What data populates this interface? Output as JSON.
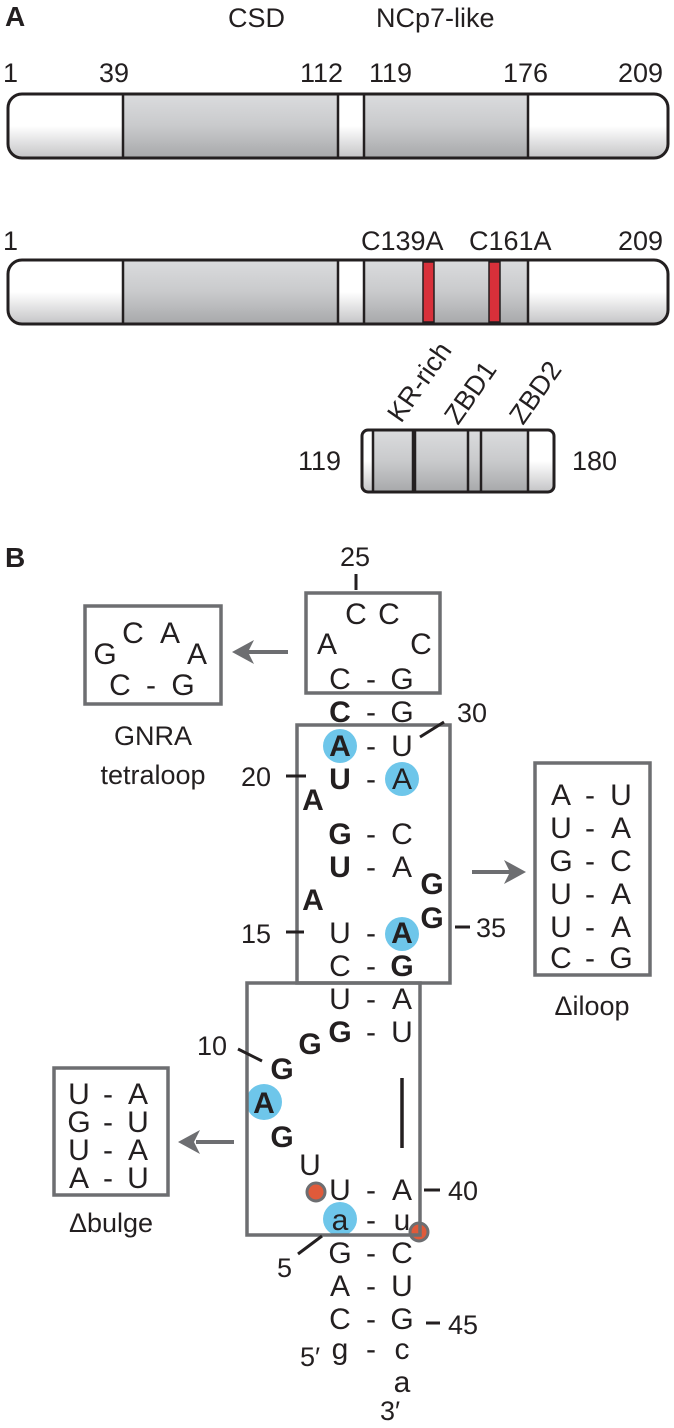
{
  "panel_a": {
    "label": "A",
    "domain_labels": {
      "csd": "CSD",
      "ncp7": "NCp7-like"
    },
    "bar1_numbers": [
      "1",
      "39",
      "112",
      "119",
      "176",
      "209"
    ],
    "bar2_numbers": {
      "start": "1",
      "mut1": "C139A",
      "mut2": "C161A",
      "end": "209"
    },
    "sub_labels": {
      "kr": "KR-rich",
      "zbd1": "ZBD1",
      "zbd2": "ZBD2"
    },
    "sub_numbers": {
      "start": "119",
      "end": "180"
    },
    "colors": {
      "domain_fill": "#cfd0d2",
      "end_fill": "#ffffff",
      "mutation": "#d8303a",
      "outline": "#231f20"
    }
  },
  "panel_b": {
    "label": "B",
    "numbers": [
      "25",
      "30",
      "20",
      "15",
      "35",
      "10",
      "40",
      "5",
      "45"
    ],
    "ends": {
      "five": "5′",
      "three": "3′"
    },
    "caption_gnra": [
      "GNRA",
      "tetraloop"
    ],
    "caption_iloop": "Δiloop",
    "caption_bulge": "Δbulge",
    "dash": "-",
    "loop": [
      "A",
      "C",
      "C",
      "C"
    ],
    "stem_left": [
      "C",
      "C",
      "A",
      "U",
      "A",
      "G",
      "U",
      "A",
      "U",
      "C",
      "U",
      "G",
      "G",
      "G",
      "A",
      "G",
      "U",
      "U",
      "a",
      "G",
      "A",
      "C",
      "g"
    ],
    "stem_right": [
      "G",
      "G",
      "U",
      "A",
      "C",
      "A",
      "G",
      "G",
      "A",
      "G",
      "A",
      "U",
      "A",
      "u",
      "C",
      "U",
      "G",
      "c",
      "a"
    ],
    "gnra_box": {
      "loop": [
        "G",
        "C",
        "A",
        "A"
      ],
      "pair": [
        "C",
        "G"
      ]
    },
    "iloop_box": [
      [
        "A",
        "U"
      ],
      [
        "U",
        "A"
      ],
      [
        "G",
        "C"
      ],
      [
        "U",
        "A"
      ],
      [
        "U",
        "A"
      ],
      [
        "C",
        "G"
      ]
    ],
    "bulge_box": [
      [
        "U",
        "A"
      ],
      [
        "G",
        "U"
      ],
      [
        "U",
        "A"
      ],
      [
        "A",
        "U"
      ]
    ],
    "colors": {
      "highlight": "#6ec6ea",
      "dot": "#e05a3a",
      "box": "#6d6e71",
      "arrow": "#6d6e71"
    }
  }
}
